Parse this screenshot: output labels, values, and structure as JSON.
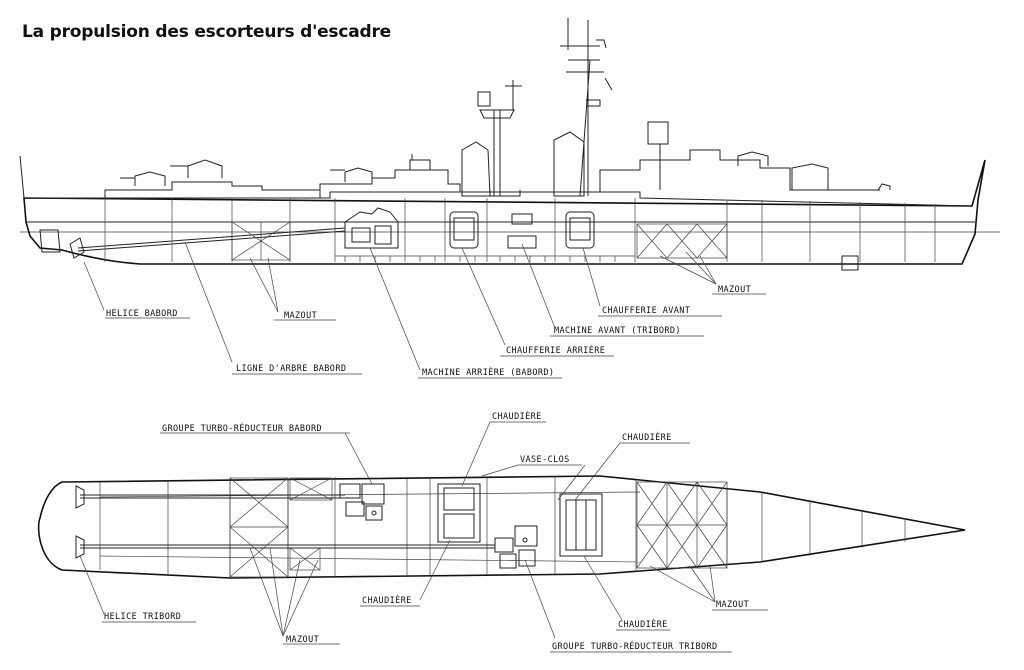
{
  "title": "La propulsion des escorteurs d'escadre",
  "side_view_labels": {
    "helice_babord": "HELICE BABORD",
    "mazout_1": "MAZOUT",
    "ligne_arbre": "LIGNE D'ARBRE BABORD",
    "machine_arriere": "MACHINE ARRIÈRE (BABORD)",
    "chaufferie_arriere": "CHAUFFERIE ARRIÈRE",
    "machine_avant": "MACHINE AVANT (TRIBORD)",
    "chaufferie_avant": "CHAUFFERIE AVANT",
    "mazout_2": "MAZOUT"
  },
  "plan_view_labels": {
    "groupe_babord": "GROUPE TURBO-RÉDUCTEUR BABORD",
    "chaudiere_1": "CHAUDIÈRE",
    "vase_clos": "VASE-CLOS",
    "chaudiere_2": "CHAUDIÈRE",
    "helice_tribord": "HELICE TRIBORD",
    "mazout_3": "MAZOUT",
    "chaudiere_3": "CHAUDIÈRE",
    "groupe_tribord": "GROUPE TURBO-RÉDUCTEUR TRIBORD",
    "chaudiere_4": "CHAUDIÈRE",
    "mazout_4": "MAZOUT"
  }
}
